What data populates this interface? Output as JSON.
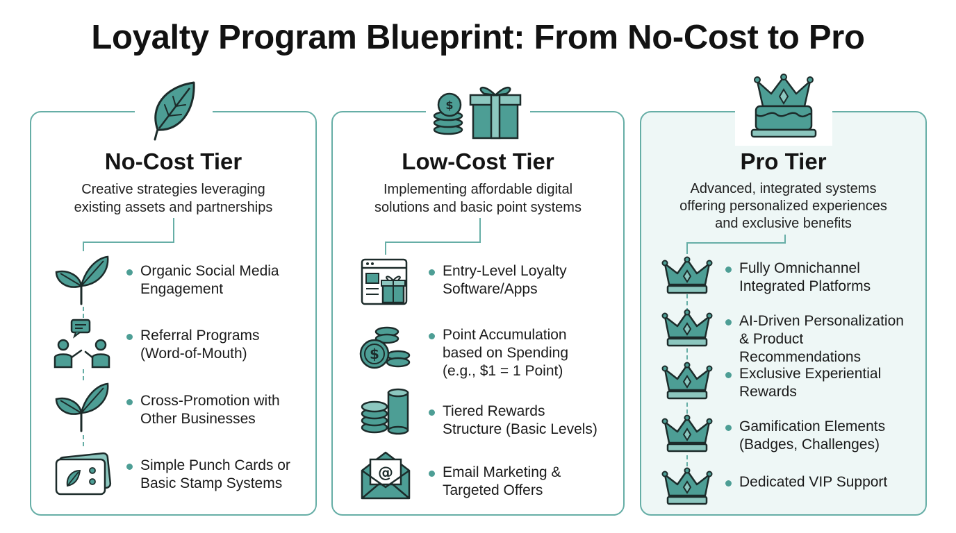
{
  "title": "Loyalty Program Blueprint: From No-Cost to Pro",
  "colors": {
    "teal": "#4d9e95",
    "teal_light": "#8cc7bf",
    "border": "#66aea6",
    "dark": "#1c2b2a"
  },
  "tiers": [
    {
      "name": "No-Cost Tier",
      "description": "Creative strategies leveraging\nexisting assets and partnerships",
      "icon": "leaf-icon",
      "items": [
        {
          "label": "Organic Social Media\nEngagement",
          "icon": "leaves-icon"
        },
        {
          "label": "Referral Programs\n(Word-of-Mouth)",
          "icon": "people-chat-icon"
        },
        {
          "label": "Cross-Promotion with\nOther Businesses",
          "icon": "leaves-icon"
        },
        {
          "label": "Simple Punch Cards or\nBasic Stamp Systems",
          "icon": "punch-card-icon"
        }
      ]
    },
    {
      "name": "Low-Cost Tier",
      "description": "Implementing affordable digital\nsolutions and basic point systems",
      "icon": "coins-gift-icon",
      "items": [
        {
          "label": "Entry-Level Loyalty\nSoftware/Apps",
          "icon": "browser-gift-icon"
        },
        {
          "label": "Point Accumulation\nbased on Spending\n(e.g., $1 = 1 Point)",
          "icon": "coins-icon"
        },
        {
          "label": "Tiered Rewards\nStructure (Basic Levels)",
          "icon": "coin-stacks-icon"
        },
        {
          "label": "Email Marketing &\nTargeted Offers",
          "icon": "email-icon"
        }
      ]
    },
    {
      "name": "Pro Tier",
      "description": "Advanced, integrated systems\noffering personalized experiences\nand exclusive benefits",
      "icon": "crown-cake-icon",
      "items": [
        {
          "label": "Fully Omnichannel\nIntegrated Platforms",
          "icon": "crown-icon"
        },
        {
          "label": "AI-Driven Personalization\n& Product Recommendations",
          "icon": "crown-icon"
        },
        {
          "label": "Exclusive Experiential\nRewards",
          "icon": "crown-icon"
        },
        {
          "label": "Gamification Elements\n(Badges, Challenges)",
          "icon": "crown-icon"
        },
        {
          "label": "Dedicated VIP Support",
          "icon": "crown-icon"
        }
      ]
    }
  ]
}
